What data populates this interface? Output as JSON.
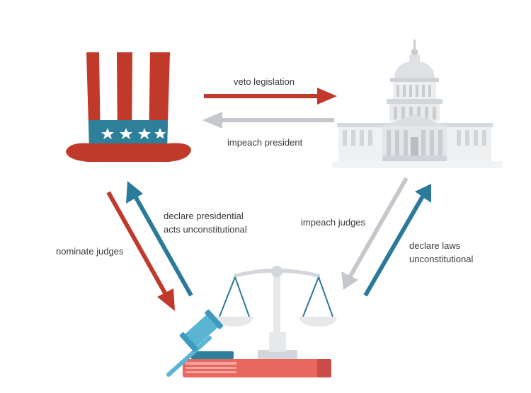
{
  "colors": {
    "red": "#c0392b",
    "blue": "#2b7a99",
    "gray": "#c4c7cb",
    "hat_blue": "#2e7f9a",
    "book_red": "#e8675f",
    "gavel_blue": "#5ab5d3"
  },
  "icons": {
    "executive": "uncle-sam-hat-icon",
    "legislative": "capitol-building-icon",
    "judicial": "scales-of-justice-icon"
  },
  "labels": {
    "veto": "veto legislation",
    "impeach_president": "impeach president",
    "declare_presidential": [
      "declare presidential",
      "acts unconstitutional"
    ],
    "nominate_judges": "nominate judges",
    "impeach_judges": "impeach judges",
    "declare_laws": [
      "declare laws",
      "unconstitutional"
    ]
  }
}
